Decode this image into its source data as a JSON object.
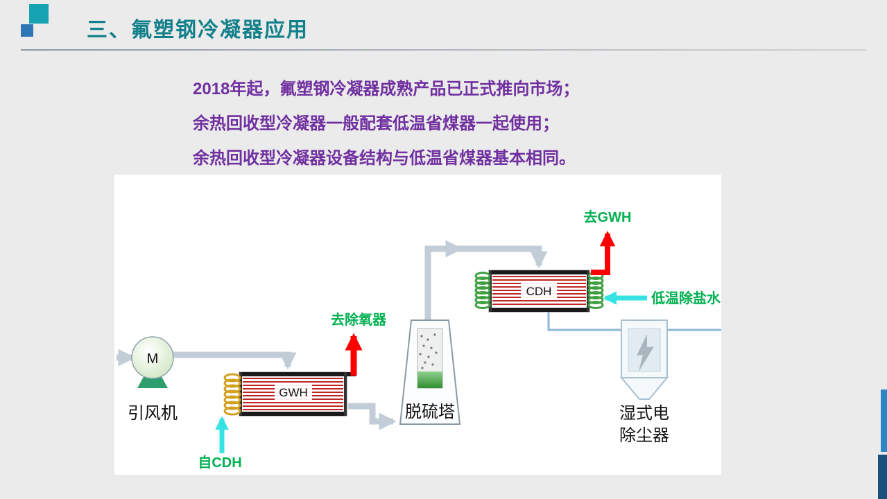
{
  "slide": {
    "title": "三、氟塑钢冷凝器应用",
    "body_lines": [
      "2018年起，氟塑钢冷凝器成熟产品已正式推向市场；",
      "余热回收型冷凝器一般配套低温省煤器一起使用；",
      "余热回收型冷凝器设备结构与低温省煤器基本相同。"
    ]
  },
  "diagram": {
    "fan": {
      "motor": "M",
      "label": "引风机"
    },
    "gwh": {
      "label": "GWH",
      "out_label": "去除氧器",
      "in_label": "自CDH"
    },
    "tower": {
      "label": "脱硫塔"
    },
    "cdh": {
      "label": "CDH",
      "out_label": "去GWH",
      "in_label": "低温除盐水"
    },
    "esp": {
      "label_line1": "湿式电",
      "label_line2": "除尘器"
    }
  },
  "colors": {
    "title_teal": "#12808a",
    "body_purple": "#7030a0",
    "flow_label_green": "#00b050",
    "hot_arrow_red": "#ff0000",
    "water_arrow_cyan": "#35e3e3",
    "pipe_gray": "#c2cdd7",
    "deco_square_teal": "#16a3b2",
    "deco_square_blue": "#2e75b6",
    "edge_bar_light_blue": "#2b86c8",
    "edge_bar_dark_blue": "#1a4f7e"
  }
}
